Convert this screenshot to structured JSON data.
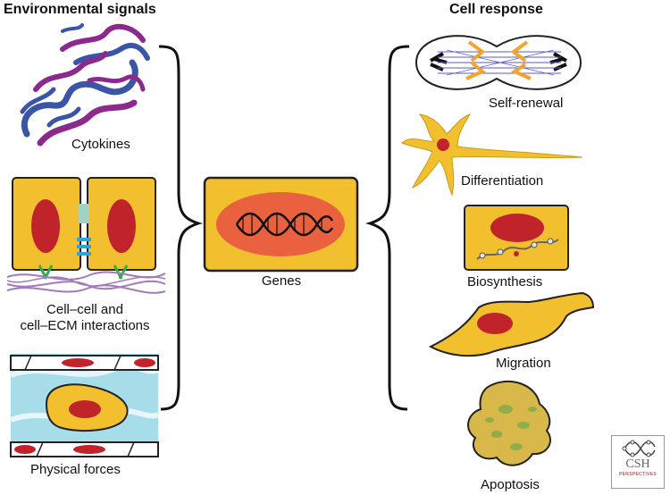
{
  "headers": {
    "left": "Environmental signals",
    "right": "Cell response"
  },
  "left_items": {
    "cytokines": "Cytokines",
    "interactions_line1": "Cell–cell and",
    "interactions_line2": "cell–ECM interactions",
    "physical_forces": "Physical forces"
  },
  "center": {
    "genes": "Genes"
  },
  "right_items": {
    "self_renewal": "Self-renewal",
    "differentiation": "Differentiation",
    "biosynthesis": "Biosynthesis",
    "migration": "Migration",
    "apoptosis": "Apoptosis"
  },
  "logo": {
    "main": "CSH",
    "sub": "PERSPECTIVES"
  },
  "colors": {
    "cell_fill": "#f2c02e",
    "cell_stroke": "#222222",
    "nucleus": "#c0232a",
    "nucleus_light": "#e9613f",
    "protein_purple": "#8b2a8c",
    "protein_blue": "#3a55a6",
    "ecm": "#a37ab8",
    "junction_blue": "#2aa6d9",
    "integrin_green": "#2bb34a",
    "flow_cyan": "#7fd0e2",
    "apoptotic_green": "#8fae4a"
  }
}
